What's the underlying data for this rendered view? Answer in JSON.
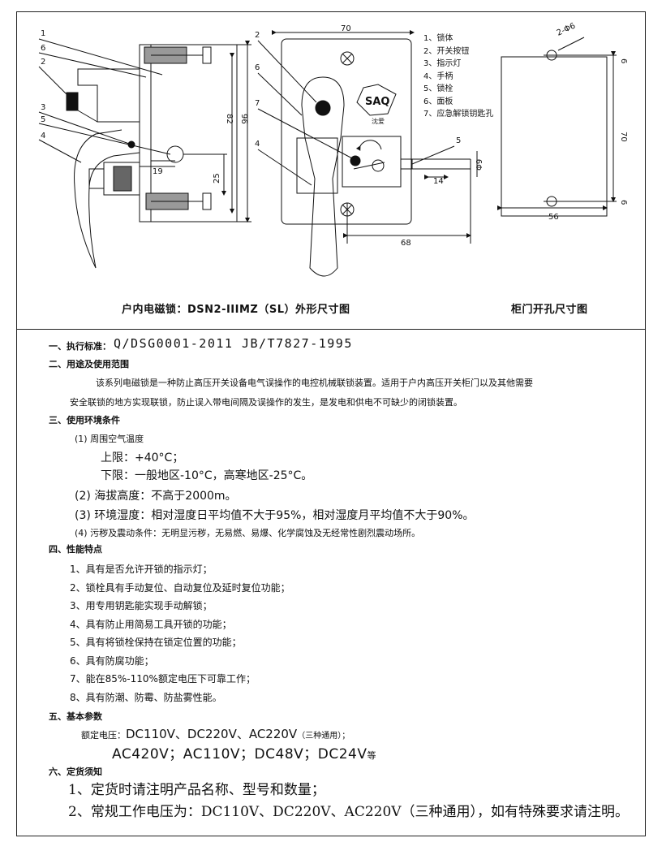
{
  "drawing": {
    "left_caption": "户内电磁锁：DSN2-IIIMZ（SL）外形尺寸图",
    "right_caption": "柜门开孔尺寸图",
    "callouts_left": [
      "1",
      "6",
      "2",
      "3",
      "5",
      "4"
    ],
    "callouts_mid": [
      "2",
      "6",
      "7",
      "4",
      "5"
    ],
    "legend": [
      "1、锁体",
      "2、开关按钮",
      "3、指示灯",
      "4、手柄",
      "5、锁栓",
      "6、面板",
      "7、应急解锁钥匙孔"
    ],
    "dims_left": {
      "h1": "82",
      "h2": "96",
      "w1": "19",
      "v1": "25"
    },
    "dims_mid": {
      "top": "70",
      "bottom": "68",
      "side": "Φ9",
      "bolt": "14"
    },
    "dims_right": {
      "holes": "2-Φ6",
      "w": "56",
      "h": "70",
      "t1": "6",
      "t2": "6"
    },
    "logo_text": "SAQ",
    "logo_sub": "沈爱"
  },
  "spec": {
    "s1_title": "一、执行标准：",
    "s1_std": "Q/DSG0001-2011    JB/T7827-1995",
    "s2_title": "二、用途及使用范围",
    "s2_p1": "该系列电磁锁是一种防止高压开关设备电气误操作的电控机械联锁装置。适用于户内高压开关柜门以及其他需要",
    "s2_p2": "安全联锁的地方实现联锁，防止误入带电间隔及误操作的发生，是发电和供电不可缺少的闭锁装置。",
    "s3_title": "三、使用环境条件",
    "s3_1": "(1)   周围空气温度",
    "s3_1a": "上限：+40°C；",
    "s3_1b": "下限：一般地区-10°C，高寒地区-25°C。",
    "s3_2": "(2)   海拔高度：不高于2000m。",
    "s3_3": "(3)   环境湿度：相对湿度日平均值不大于95%，相对湿度月平均值不大于90%。",
    "s3_4": "(4)   污秽及震动条件：无明显污秽，无易燃、易爆、化学腐蚀及无经常性剧烈震动场所。",
    "s4_title": "四、性能特点",
    "s4_items": [
      "1、具有是否允许开锁的指示灯；",
      "2、锁栓具有手动复位、自动复位及延时复位功能；",
      "3、用专用钥匙能实现手动解锁；",
      "4、具有防止用简易工具开锁的功能；",
      "5、具有将锁栓保持在锁定位置的功能；",
      "6、具有防腐功能；",
      "7、能在85%-110%额定电压下可靠工作；",
      "8、具有防潮、防霉、防盐雾性能。"
    ],
    "s5_title": "五、基本参数",
    "s5_l1a": "额定电压：",
    "s5_l1b": "DC110V、DC220V、AC220V",
    "s5_l1c": "（三种通用）；",
    "s5_l2a": "AC420V；AC110V；DC48V；DC24V",
    "s5_l2b": "等",
    "s6_title": "六、定货须知",
    "s6_1": "1、定货时请注明产品名称、型号和数量；",
    "s6_2": "2、常规工作电压为：DC110V、DC220V、AC220V（三种通用），如有特殊要求请注明。"
  }
}
